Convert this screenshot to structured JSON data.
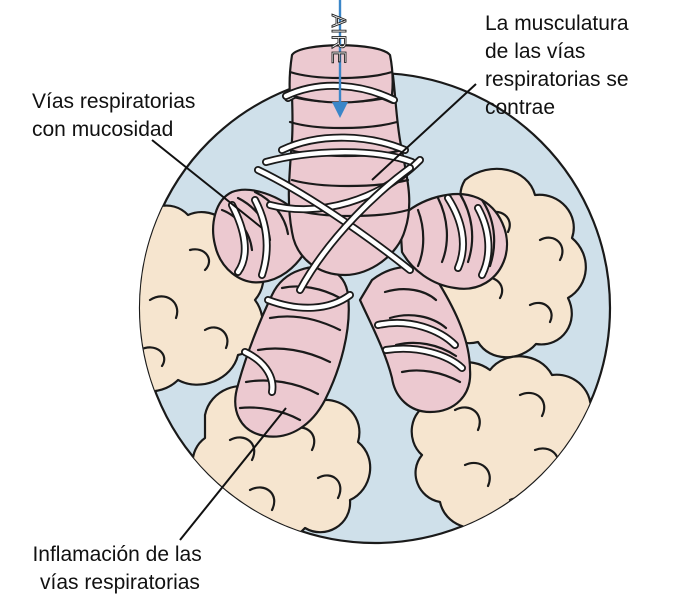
{
  "diagram": {
    "airflow_label": "AIRE",
    "labels": {
      "mucus": [
        "Vías respiratorias",
        "con mucosidad"
      ],
      "muscle": [
        "La musculatura",
        "de las vías",
        "respiratorias se",
        "contrae"
      ],
      "inflammation": [
        "Inflamación de las",
        "vías respiratorias"
      ]
    },
    "colors": {
      "background_circle": "#cfe0ea",
      "airway": "#ecc9d0",
      "alveoli": "#f6e5cf",
      "arrow": "#3b86c8",
      "outline": "#1a1a1a"
    }
  }
}
